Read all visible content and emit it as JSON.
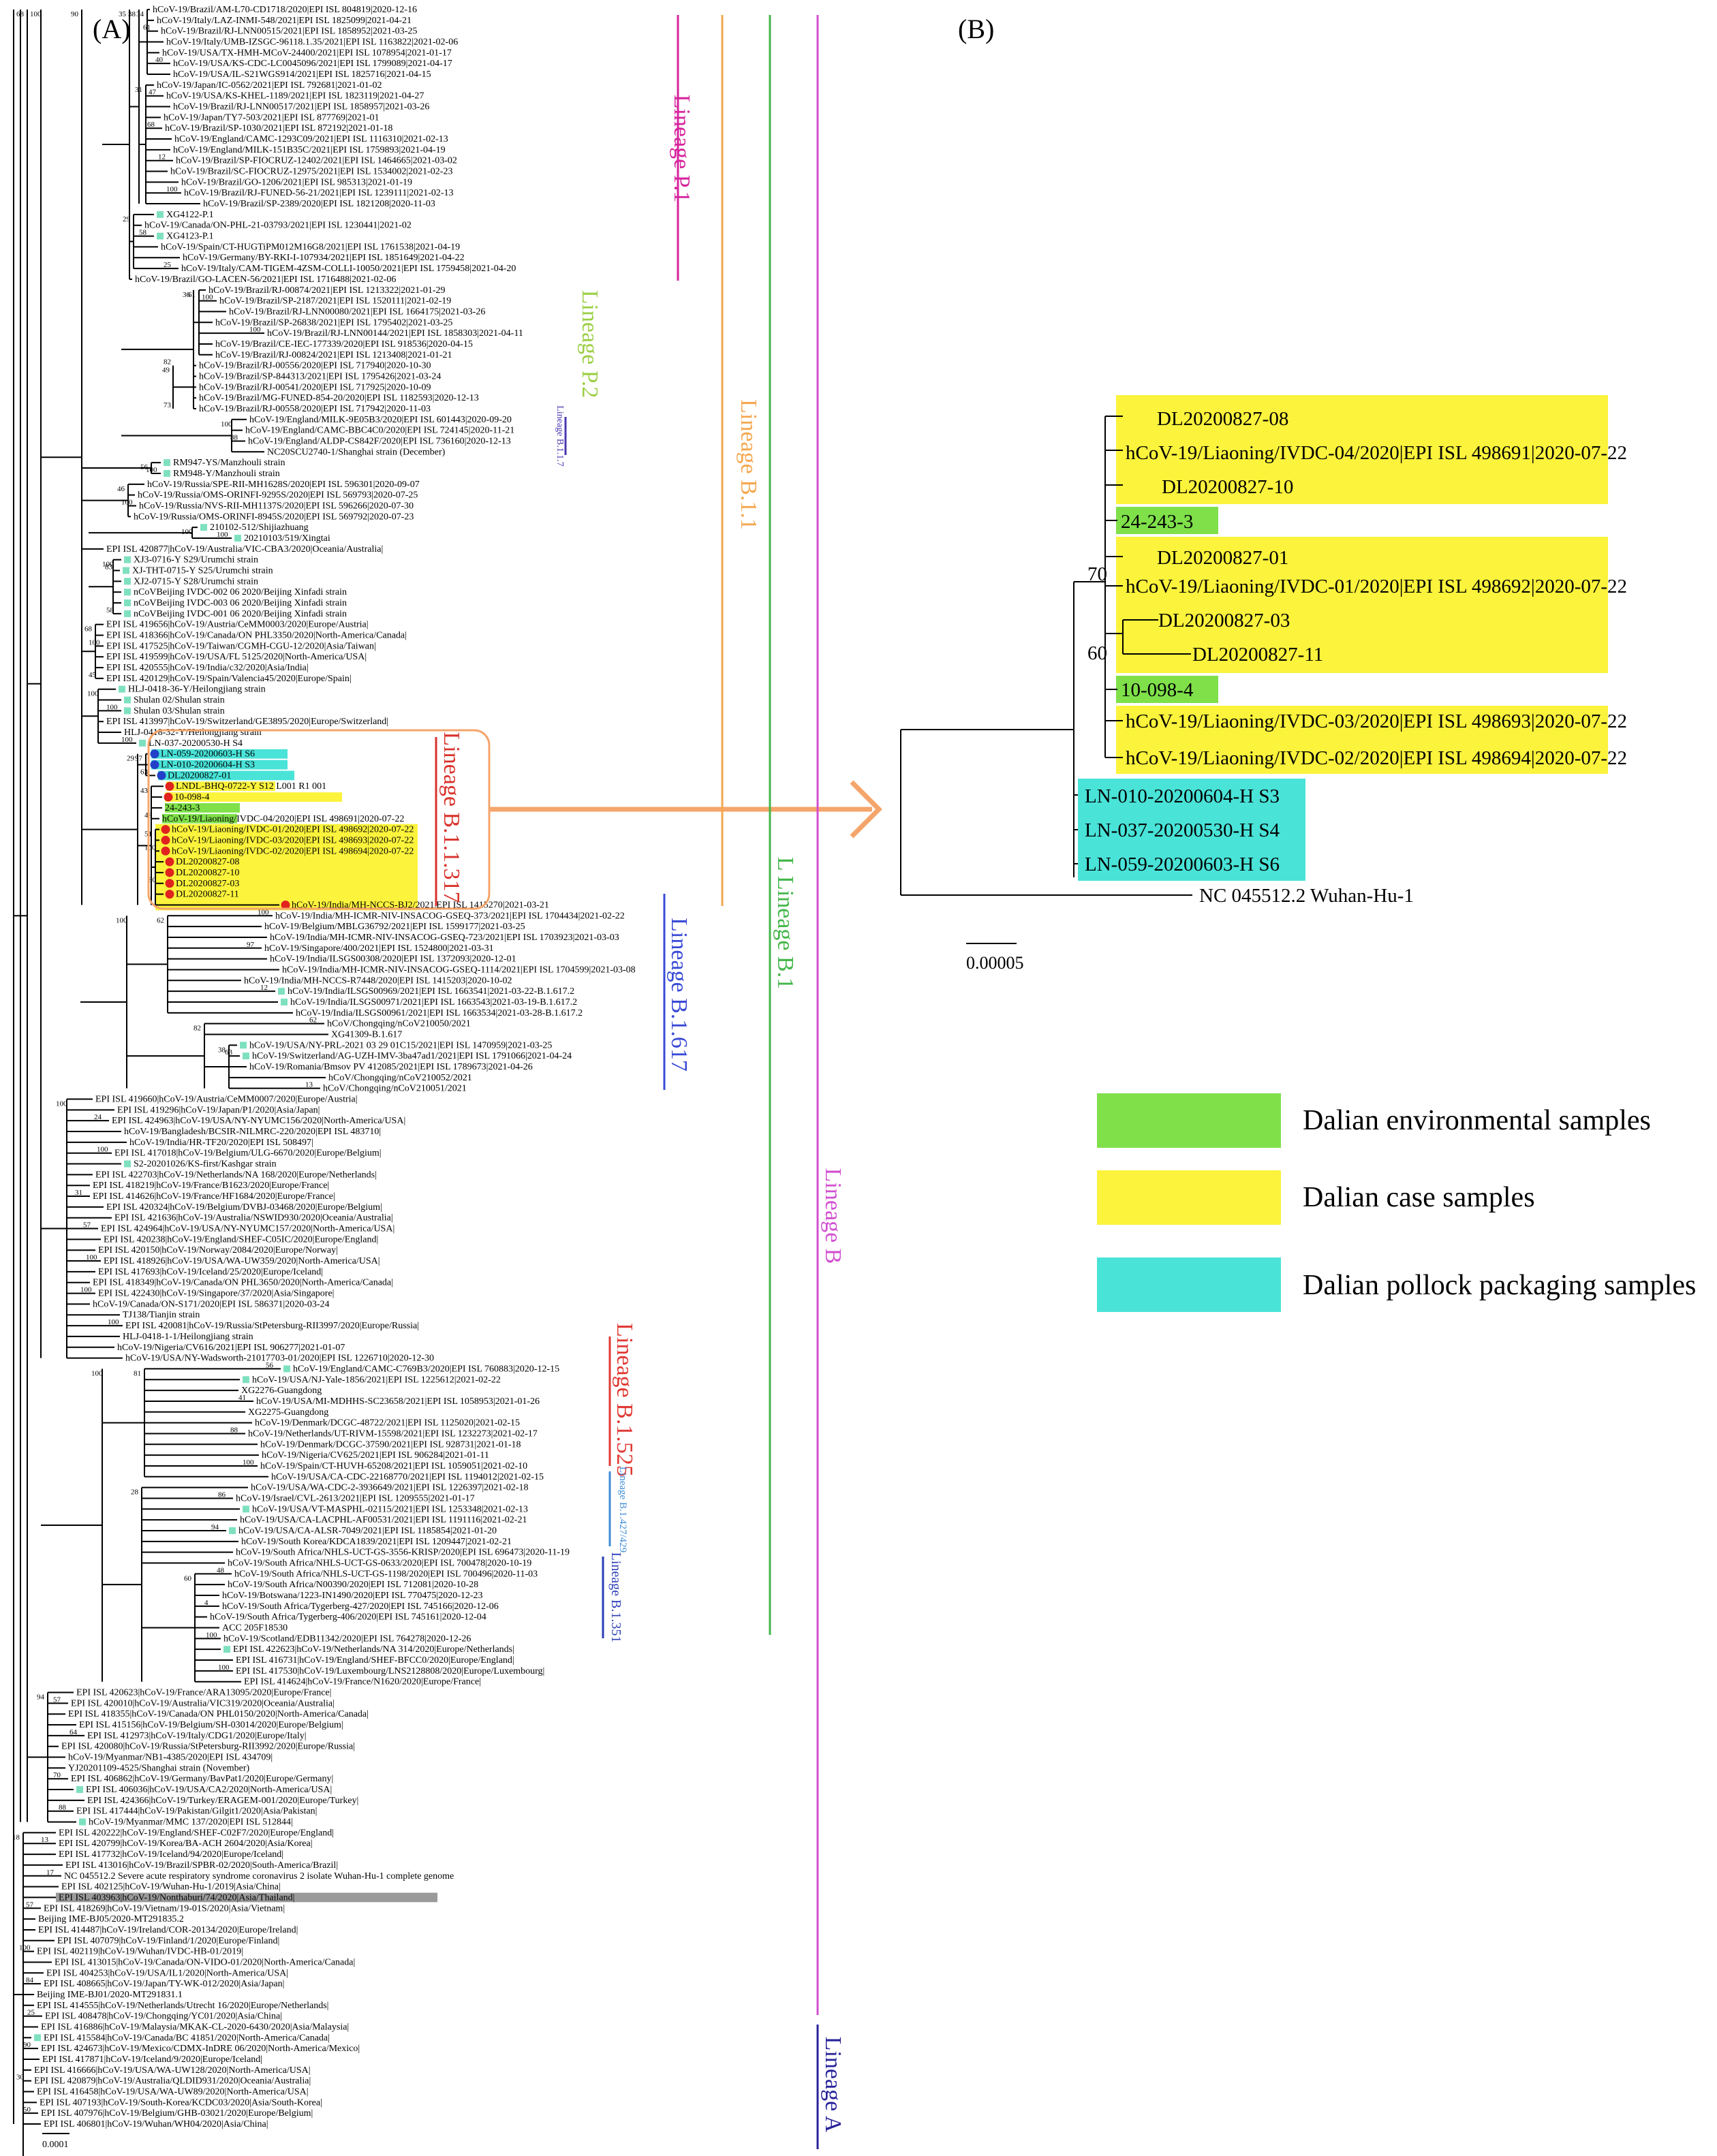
{
  "panels": {
    "a": "(A)",
    "b": "(B)"
  },
  "colors": {
    "environmental": "#7fe04a",
    "case": "#fbf33c",
    "pollock": "#49e3d8",
    "ref_gray": "#9a9a9a",
    "p1": "#d6249d",
    "b11": "#f5a74e",
    "b1": "#43b649",
    "b": "#d24fd2",
    "a": "#27229a",
    "p2": "#9ccf45",
    "b117": "#4b35b0",
    "b11317": "#d9322b",
    "b1617": "#3a4bd6",
    "b1525": "#e03a34",
    "b1427": "#3f8dd7",
    "b1351": "#2b3fb8",
    "arrow": "#f5a56b",
    "red_dot": "#e0231f",
    "blue_dot": "#2340c9"
  },
  "lineages": {
    "p1": "Lineage P.1",
    "p2": "Lineage P.2",
    "b117": "Lineage B.1.1.7",
    "b11": "Lineage B.1.1",
    "b11317": "Lineage B.1.1.317",
    "b1617": "Lineage B.1.617",
    "lb1": "L Lineage B.1",
    "b1525": "Lineage B.1.525",
    "b1427": "Lineage B.1.427/429",
    "b1351": "Lineage B.1.351",
    "b": "Lineage B",
    "a": "Lineage A"
  },
  "panel_b": {
    "tips": [
      "DL20200827-08",
      "hCoV-19/Liaoning/IVDC-04/2020|EPI ISL 498691|2020-07-22",
      "DL20200827-10",
      "24-243-3",
      "DL20200827-01",
      "hCoV-19/Liaoning/IVDC-01/2020|EPI ISL 498692|2020-07-22",
      "DL20200827-03",
      "DL20200827-11",
      "10-098-4",
      "hCoV-19/Liaoning/IVDC-03/2020|EPI ISL 498693|2020-07-22",
      "hCoV-19/Liaoning/IVDC-02/2020|EPI ISL 498694|2020-07-22",
      "LN-010-20200604-H S3",
      "LN-037-20200530-H S4",
      "LN-059-20200603-H S6",
      "NC 045512.2  Wuhan-Hu-1"
    ],
    "bootstrap": [
      "70",
      "60"
    ],
    "scale": "0.00005"
  },
  "legend": [
    "Dalian environmental samples",
    "Dalian case samples",
    "Dalian pollock packaging samples"
  ],
  "scale_a": "0.0001",
  "tree_a": {
    "tips": [
      "hCoV-19/Brazil/AM-L70-CD1718/2020|EPI ISL 804819|2020-12-16",
      "hCoV-19/Italy/LAZ-INMI-548/2021|EPI ISL 1825099|2021-04-21",
      "hCoV-19/Brazil/RJ-LNN00515/2021|EPI ISL 1858952|2021-03-25",
      "hCoV-19/Italy/UMB-IZSGC-96118.1.35/2021|EPI ISL 1163822|2021-02-06",
      "hCoV-19/USA/TX-HMH-MCoV-24400/2021|EPI ISL 1078954|2021-01-17",
      "hCoV-19/USA/KS-CDC-LC0045096/2021|EPI ISL 1799089|2021-04-17",
      "hCoV-19/USA/IL-S21WGS914/2021|EPI ISL 1825716|2021-04-15",
      "hCoV-19/Japan/IC-0562/2021|EPI ISL 792681|2021-01-02",
      "hCoV-19/USA/KS-KHEL-1189/2021|EPI ISL 1823119|2021-04-27",
      "hCoV-19/Brazil/RJ-LNN00517/2021|EPI ISL 1858957|2021-03-26",
      "hCoV-19/Japan/TY7-503/2021|EPI ISL 877769|2021-01",
      "hCoV-19/Brazil/SP-1030/2021|EPI ISL 872192|2021-01-18",
      "hCoV-19/England/CAMC-1293C09/2021|EPI ISL 1116310|2021-02-13",
      "hCoV-19/England/MILK-151B35C/2021|EPI ISL 1759893|2021-04-19",
      "hCoV-19/Brazil/SP-FIOCRUZ-12402/2021|EPI ISL 1464665|2021-03-02",
      "hCoV-19/Brazil/SC-FIOCRUZ-12975/2021|EPI ISL 1534002|2021-02-23",
      "hCoV-19/Brazil/GO-1206/2021|EPI ISL 985313|2021-01-19",
      "hCoV-19/Brazil/RJ-FUNED-56-21/2021|EPI ISL 1239111|2021-02-13",
      "hCoV-19/Brazil/SP-2389/2020|EPI ISL 1821208|2020-11-03",
      "XG4122-P.1",
      "hCoV-19/Canada/ON-PHL-21-03793/2021|EPI ISL 1230441|2021-02",
      "XG4123-P.1",
      "hCoV-19/Spain/CT-HUGTiPM012M16G8/2021|EPI ISL 1761538|2021-04-19",
      "hCoV-19/Germany/BY-RKI-I-107934/2021|EPI ISL 1851649|2021-04-22",
      "hCoV-19/Italy/CAM-TIGEM-4ZSM-COLLI-10050/2021|EPI ISL 1759458|2021-04-20",
      "hCoV-19/Brazil/GO-LACEN-56/2021|EPI ISL 1716488|2021-02-06",
      "hCoV-19/Brazil/RJ-00874/2021|EPI ISL 1213322|2021-01-29",
      "hCoV-19/Brazil/SP-2187/2021|EPI ISL 1520111|2021-02-19",
      "hCoV-19/Brazil/RJ-LNN00080/2021|EPI ISL 1664175|2021-03-26",
      "hCoV-19/Brazil/SP-26838/2021|EPI ISL 1795402|2021-03-25",
      "hCoV-19/Brazil/RJ-LNN00144/2021|EPI ISL 1858303|2021-04-11",
      "hCoV-19/Brazil/CE-IEC-177339/2020|EPI ISL 918536|2020-04-15",
      "hCoV-19/Brazil/RJ-00824/2021|EPI ISL 1213408|2021-01-21",
      "hCoV-19/Brazil/RJ-00556/2020|EPI ISL 717940|2020-10-30",
      "hCoV-19/Brazil/SP-844313/2021|EPI ISL 1795426|2021-03-24",
      "hCoV-19/Brazil/RJ-00541/2020|EPI ISL 717925|2020-10-09",
      "hCoV-19/Brazil/MG-FUNED-854-20/2020|EPI ISL 1182593|2020-12-13",
      "hCoV-19/Brazil/RJ-00558/2020|EPI ISL 717942|2020-11-03",
      "hCoV-19/England/MILK-9E05B3/2020|EPI ISL 601443|2020-09-20",
      "hCoV-19/England/CAMC-BBC4C0/2020|EPI ISL 724145|2020-11-21",
      "hCoV-19/England/ALDP-CS842F/2020|EPI ISL 736160|2020-12-13",
      "NC20SCU2740-1/Shanghai strain (December)",
      "RM947-YS/Manzhouli strain",
      "RM948-Y/Manzhouli strain",
      "hCoV-19/Russia/SPE-RII-MH1628S/2020|EPI ISL 596301|2020-09-07",
      "hCoV-19/Russia/OMS-ORINFI-9295S/2020|EPI ISL 569793|2020-07-25",
      "hCoV-19/Russia/NVS-RII-MH1137S/2020|EPI ISL 596266|2020-07-30",
      "hCoV-19/Russia/OMS-ORINFI-8945S/2020|EPI ISL 569792|2020-07-23",
      "210102-512/Shijiazhuang",
      "20210103/519/Xingtai",
      "EPI ISL 420877|hCoV-19/Australia/VIC-CBA3/2020|Oceania/Australia|",
      "XJ3-0716-Y S29/Urumchi strain",
      "XJ-THT-0715-Y S25/Urumchi strain",
      "XJ2-0715-Y S28/Urumchi strain",
      "nCoVBeijing IVDC-002 06 2020/Beijing Xinfadi strain",
      "nCoVBeijing IVDC-003 06 2020/Beijing Xinfadi strain",
      "nCoVBeijing IVDC-001 06 2020/Beijing Xinfadi strain",
      "EPI ISL 419656|hCoV-19/Austria/CeMM0003/2020|Europe/Austria|",
      "EPI ISL 418366|hCoV-19/Canada/ON PHL3350/2020|North-America/Canada|",
      "EPI ISL 417525|hCoV-19/Taiwan/CGMH-CGU-12/2020|Asia/Taiwan|",
      "EPI ISL 419599|hCoV-19/USA/FL 5125/2020|North-America/USA|",
      "EPI ISL 420555|hCoV-19/India/c32/2020|Asia/India|",
      "EPI ISL 420129|hCoV-19/Spain/Valencia45/2020|Europe/Spain|",
      "HLJ-0418-36-Y/Heilongjiang strain",
      "Shulan 02/Shulan strain",
      "Shulan 03/Shulan strain",
      "EPI ISL 413997|hCoV-19/Switzerland/GE3895/2020|Europe/Switzerland|",
      "HLJ-0418-32-Y/Heilongjiang strain",
      "LN-037-20200530-H S4",
      "LN-059-20200603-H S6",
      "LN-010-20200604-H S3",
      "DL20200827-01",
      "LNDL-BHQ-0722-Y S12 L001 R1 001",
      "10-098-4",
      "24-243-3",
      "hCoV-19/Liaoning/IVDC-04/2020|EPI ISL 498691|2020-07-22",
      "hCoV-19/Liaoning/IVDC-01/2020|EPI ISL 498692|2020-07-22",
      "hCoV-19/Liaoning/IVDC-03/2020|EPI ISL 498693|2020-07-22",
      "hCoV-19/Liaoning/IVDC-02/2020|EPI ISL 498694|2020-07-22",
      "DL20200827-08",
      "DL20200827-10",
      "DL20200827-03",
      "DL20200827-11",
      "hCoV-19/India/MH-NCCS-BJ2/2021|EPI ISL 1415270|2021-03-21",
      "hCoV-19/India/MH-ICMR-NIV-INSACOG-GSEQ-373/2021|EPI ISL 1704434|2021-02-22",
      "hCoV-19/Belgium/MBLG36792/2021|EPI ISL 1599177|2021-03-25",
      "hCoV-19/India/MH-ICMR-NIV-INSACOG-GSEQ-723/2021|EPI ISL 1703923|2021-03-03",
      "hCoV-19/Singapore/400/2021|EPI ISL 1524800|2021-03-31",
      "hCoV-19/India/ILSGS00308/2020|EPI ISL 1372093|2020-12-01",
      "hCoV-19/India/MH-ICMR-NIV-INSACOG-GSEQ-1114/2021|EPI ISL 1704599|2021-03-08",
      "hCoV-19/India/MH-NCCS-R7448/2020|EPI ISL 1415203|2020-10-02",
      "hCoV-19/India/ILSGS00969/2021|EPI ISL 1663541|2021-03-22-B.1.617.2",
      "hCoV-19/India/ILSGS00971/2021|EPI ISL 1663543|2021-03-19-B.1.617.2",
      "hCoV-19/India/ILSGS00961/2021|EPI ISL 1663534|2021-03-28-B.1.617.2",
      "hCoV/Chongqing/nCoV210050/2021",
      "XG41309-B.1.617",
      "hCoV-19/USA/NY-PRL-2021 03 29 01C15/2021|EPI ISL 1470959|2021-03-25",
      "hCoV-19/Switzerland/AG-UZH-IMV-3ba47ad1/2021|EPI ISL 1791066|2021-04-24",
      "hCoV-19/Romania/Bmsov PV 412085/2021|EPI ISL 1789673|2021-04-26",
      "hCoV/Chongqing/nCoV210052/2021",
      "hCoV/Chongqing/nCoV210051/2021",
      "EPI ISL 419660|hCoV-19/Austria/CeMM0007/2020|Europe/Austria|",
      "EPI ISL 419296|hCoV-19/Japan/P1/2020|Asia/Japan|",
      "EPI ISL 424963|hCoV-19/USA/NY-NYUMC156/2020|North-America/USA|",
      "hCoV-19/Bangladesh/BCSIR-NILMRC-220/2020|EPI ISL 483710|",
      "hCoV-19/India/HR-TF20/2020|EPI ISL 508497|",
      "EPI ISL 417018|hCoV-19/Belgium/ULG-6670/2020|Europe/Belgium|",
      "S2-20201026/KS-first/Kashgar strain",
      "EPI ISL 422703|hCoV-19/Netherlands/NA 168/2020|Europe/Netherlands|",
      "EPI ISL 418219|hCoV-19/France/B1623/2020|Europe/France|",
      "EPI ISL 414626|hCoV-19/France/HF1684/2020|Europe/France|",
      "EPI ISL 420324|hCoV-19/Belgium/DVBJ-03468/2020|Europe/Belgium|",
      "EPI ISL 421636|hCoV-19/Australia/NSWID930/2020|Oceania/Australia|",
      "EPI ISL 424964|hCoV-19/USA/NY-NYUMC157/2020|North-America/USA|",
      "EPI ISL 420238|hCoV-19/England/SHEF-C05IC/2020|Europe/England|",
      "EPI ISL 420150|hCoV-19/Norway/2084/2020|Europe/Norway|",
      "EPI ISL 418926|hCoV-19/USA/WA-UW359/2020|North-America/USA|",
      "EPI ISL 417693|hCoV-19/Iceland/25/2020|Europe/Iceland|",
      "EPI ISL 418349|hCoV-19/Canada/ON PHL3650/2020|North-America/Canada|",
      "EPI ISL 422430|hCoV-19/Singapore/37/2020|Asia/Singapore|",
      "hCoV-19/Canada/ON-S171/2020|EPI ISL 586371|2020-03-24",
      "TJ138/Tianjin strain",
      "EPI ISL 420081|hCoV-19/Russia/StPetersburg-RII3997/2020|Europe/Russia|",
      "HLJ-0418-1-1/Heilongjiang strain",
      "hCoV-19/Nigeria/CV616/2021|EPI ISL 906277|2021-01-07",
      "hCoV-19/USA/NY-Wadsworth-21017703-01/2020|EPI ISL 1226710|2020-12-30",
      "hCoV-19/England/CAMC-C769B3/2020|EPI ISL 760883|2020-12-15",
      "hCoV-19/USA/NJ-Yale-1856/2021|EPI ISL 1225612|2021-02-22",
      "XG2276-Guangdong",
      "hCoV-19/USA/MI-MDHHS-SC23658/2021|EPI ISL 1058953|2021-01-26",
      "XG2275-Guangdong",
      "hCoV-19/Denmark/DCGC-48722/2021|EPI ISL 1125020|2021-02-15",
      "hCoV-19/Netherlands/UT-RIVM-15598/2021|EPI ISL 1232273|2021-02-17",
      "hCoV-19/Denmark/DCGC-37590/2021|EPI ISL 928731|2021-01-18",
      "hCoV-19/Nigeria/CV625/2021|EPI ISL 906284|2021-01-11",
      "hCoV-19/Spain/CT-HUVH-65208/2021|EPI ISL 1059051|2021-02-10",
      "hCoV-19/USA/CA-CDC-22168770/2021|EPI ISL 1194012|2021-02-15",
      "hCoV-19/USA/WA-CDC-2-3936649/2021|EPI ISL 1226397|2021-02-18",
      "hCoV-19/Israel/CVL-2613/2021|EPI ISL 1209555|2021-01-17",
      "hCoV-19/USA/VT-MASPHL-02115/2021|EPI ISL 1253348|2021-02-13",
      "hCoV-19/USA/CA-LACPHL-AF00531/2021|EPI ISL 1191116|2021-02-21",
      "hCoV-19/USA/CA-ALSR-7049/2021|EPI ISL 1185854|2021-01-20",
      "hCoV-19/South Korea/KDCA1839/2021|EPI ISL 1209447|2021-02-21",
      "hCoV-19/South Africa/NHLS-UCT-GS-3556-KRISP/2020|EPI ISL 696473|2020-11-19",
      "hCoV-19/South Africa/NHLS-UCT-GS-0633/2020|EPI ISL 700478|2020-10-19",
      "hCoV-19/South Africa/NHLS-UCT-GS-1198/2020|EPI ISL 700496|2020-11-03",
      "hCoV-19/South Africa/N00390/2020|EPI ISL 712081|2020-10-28",
      "hCoV-19/Botswana/1223-IN1490/2020|EPI ISL 770475|2020-12-23",
      "hCoV-19/South Africa/Tygerberg-427/2020|EPI ISL 745166|2020-12-06",
      "hCoV-19/South Africa/Tygerberg-406/2020|EPI ISL 745161|2020-12-04",
      "ACC 205F18530",
      "hCoV-19/Scotland/EDB11342/2020|EPI ISL 764278|2020-12-26",
      "EPI ISL 422623|hCoV-19/Netherlands/NA 314/2020|Europe/Netherlands|",
      "EPI ISL 416731|hCoV-19/England/SHEF-BFCC0/2020|Europe/England|",
      "EPI ISL 417530|hCoV-19/Luxembourg/LNS2128808/2020|Europe/Luxembourg|",
      "EPI ISL 414624|hCoV-19/France/N1620/2020|Europe/France|",
      "EPI ISL 420623|hCoV-19/France/ARA13095/2020|Europe/France|",
      "EPI ISL 420010|hCoV-19/Australia/VIC319/2020|Oceania/Australia|",
      "EPI ISL 418355|hCoV-19/Canada/ON PHL0150/2020|North-America/Canada|",
      "EPI ISL 415156|hCoV-19/Belgium/SH-03014/2020|Europe/Belgium|",
      "EPI ISL 412973|hCoV-19/Italy/CDG1/2020|Europe/Italy|",
      "EPI ISL 420080|hCoV-19/Russia/StPetersburg-RII3992/2020|Europe/Russia|",
      "hCoV-19/Myanmar/NB1-4385/2020|EPI ISL 434709|",
      "YJ20201109-4525/Shanghai strain (November)",
      "EPI ISL 406862|hCoV-19/Germany/BavPat1/2020|Europe/Germany|",
      "EPI ISL 406036|hCoV-19/USA/CA2/2020|North-America/USA|",
      "EPI ISL 424366|hCoV-19/Turkey/ERAGEM-001/2020|Europe/Turkey|",
      "EPI ISL 417444|hCoV-19/Pakistan/Gilgit1/2020|Asia/Pakistan|",
      "hCoV-19/Myanmar/MMC 137/2020|EPI ISL 512844|",
      "EPI ISL 420222|hCoV-19/England/SHEF-C02F7/2020|Europe/England|",
      "EPI ISL 420799|hCoV-19/Korea/BA-ACH 2604/2020|Asia/Korea|",
      "EPI ISL 417732|hCoV-19/Iceland/94/2020|Europe/Iceland|",
      "EPI ISL 413016|hCoV-19/Brazil/SPBR-02/2020|South-America/Brazil|",
      "NC 045512.2 Severe acute respiratory syndrome coronavirus 2 isolate Wuhan-Hu-1 complete genome",
      "EPI ISL 402125|hCoV-19/Wuhan-Hu-1/2019|Asia/China|",
      "EPI ISL 403963|hCoV-19/Nonthaburi/74/2020|Asia/Thailand|",
      "EPI ISL 418269|hCoV-19/Vietnam/19-01S/2020|Asia/Vietnam|",
      "Beijing IME-BJ05/2020-MT291835.2",
      "EPI ISL 414487|hCoV-19/Ireland/COR-20134/2020|Europe/Ireland|",
      "EPI ISL 407079|hCoV-19/Finland/1/2020|Europe/Finland|",
      "EPI ISL 402119|hCoV-19/Wuhan/IVDC-HB-01/2019|",
      "EPI ISL 413015|hCoV-19/Canada/ON-VIDO-01/2020|North-America/Canada|",
      "EPI ISL 404253|hCoV-19/USA/IL1/2020|North-America/USA|",
      "EPI ISL 408665|hCoV-19/Japan/TY-WK-012/2020|Asia/Japan|",
      "Beijing IME-BJ01/2020-MT291831.1",
      "EPI ISL 414555|hCoV-19/Netherlands/Utrecht 16/2020|Europe/Netherlands|",
      "EPI ISL 408478|hCoV-19/Chongqing/YC01/2020|Asia/China|",
      "EPI ISL 416886|hCoV-19/Malaysia/MKAK-CL-2020-6430/2020|Asia/Malaysia|",
      "EPI ISL 415584|hCoV-19/Canada/BC 41851/2020|North-America/Canada|",
      "EPI ISL 424673|hCoV-19/Mexico/CDMX-InDRE 06/2020|North-America/Mexico|",
      "EPI ISL 417871|hCoV-19/Iceland/9/2020|Europe/Iceland|",
      "EPI ISL 416666|hCoV-19/USA/WA-UW128/2020|North-America/USA|",
      "EPI ISL 420879|hCoV-19/Australia/QLDID931/2020|Oceania/Australia|",
      "EPI ISL 416458|hCoV-19/USA/WA-UW89/2020|North-America/USA|",
      "EPI ISL 407193|hCoV-19/South-Korea/KCDC03/2020|Asia/South-Korea|",
      "EPI ISL 407976|hCoV-19/Belgium/GHB-03021/2020|Europe/Belgium|",
      "EPI ISL 406801|hCoV-19/Wuhan/WH04/2020|Asia/China|"
    ],
    "bootstrap": [
      "35",
      "38",
      "34",
      "31",
      "29",
      "36",
      "61",
      "49",
      "100",
      "56",
      "46",
      "100",
      "100",
      "68",
      "100",
      "29",
      "97",
      "43",
      "51",
      "100",
      "62",
      "82",
      "38",
      "100",
      "100",
      "81",
      "28",
      "60",
      "94",
      "18",
      "90",
      "100",
      "68",
      "61",
      "40",
      "47",
      "68",
      "12",
      "100",
      "58",
      "25",
      "100",
      "100",
      "82",
      "73",
      "88",
      "100",
      "100",
      "100",
      "83",
      "58",
      "100",
      "45",
      "100",
      "100",
      "63",
      "48",
      "100",
      "90",
      "100",
      "97",
      "12",
      "62",
      "63",
      "13",
      "24",
      "100",
      "31",
      "57",
      "100",
      "100",
      "100",
      "56",
      "41",
      "88",
      "100",
      "86",
      "94",
      "48",
      "4",
      "100",
      "100",
      "57",
      "64",
      "70",
      "88",
      "13",
      "17",
      "57",
      "100",
      "84",
      "25",
      "90",
      "30",
      "50"
    ]
  }
}
